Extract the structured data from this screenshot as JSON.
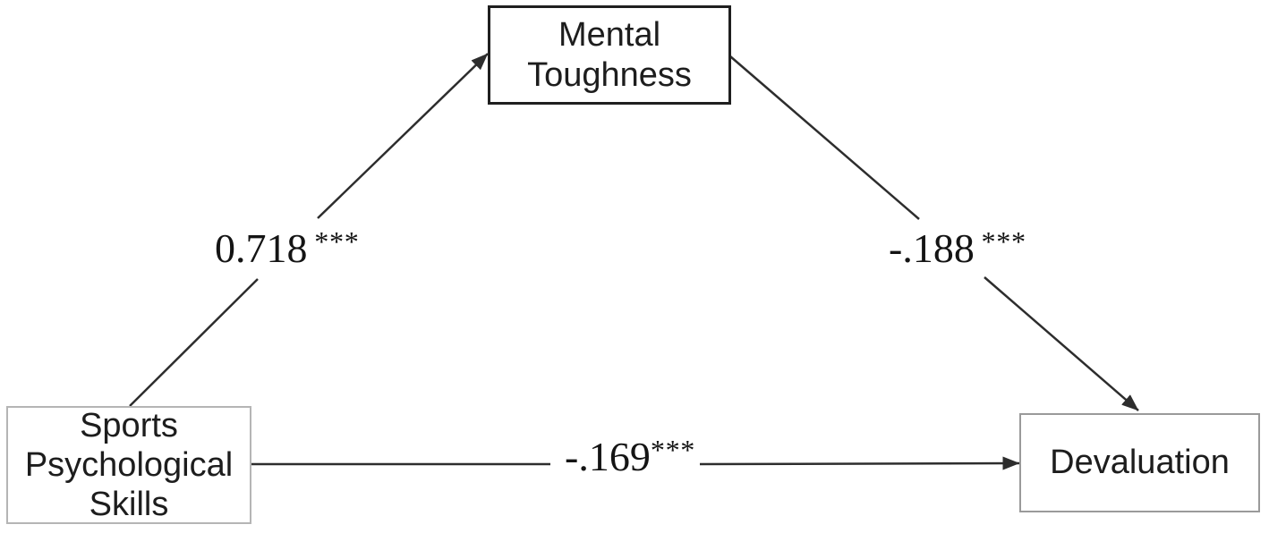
{
  "diagram": {
    "type": "mediation-path-diagram",
    "background": "#ffffff",
    "colors": {
      "line": "#2d2d2d",
      "text": "#1d1d1d",
      "mediator_border": "#1f1f1f",
      "predictor_border": "#b5b5b5",
      "outcome_border": "#9a9a9a"
    },
    "nodes": {
      "predictor": {
        "label": "Sports Psychological Skills",
        "lines": [
          "Sports",
          "Psychological",
          "Skills"
        ]
      },
      "mediator": {
        "label": "Mental Toughness",
        "lines": [
          "Mental",
          "Toughness"
        ]
      },
      "outcome": {
        "label": "Devaluation",
        "lines": [
          "Devaluation"
        ]
      }
    },
    "paths": {
      "a": {
        "from": "Sports Psychological Skills",
        "to": "Mental Toughness",
        "coefficient": "0.718",
        "significance": "***"
      },
      "b": {
        "from": "Mental Toughness",
        "to": "Devaluation",
        "coefficient": "-.188",
        "significance": "***"
      },
      "c": {
        "from": "Sports Psychological Skills",
        "to": "Devaluation",
        "coefficient": "-.169",
        "significance": "***"
      }
    }
  }
}
